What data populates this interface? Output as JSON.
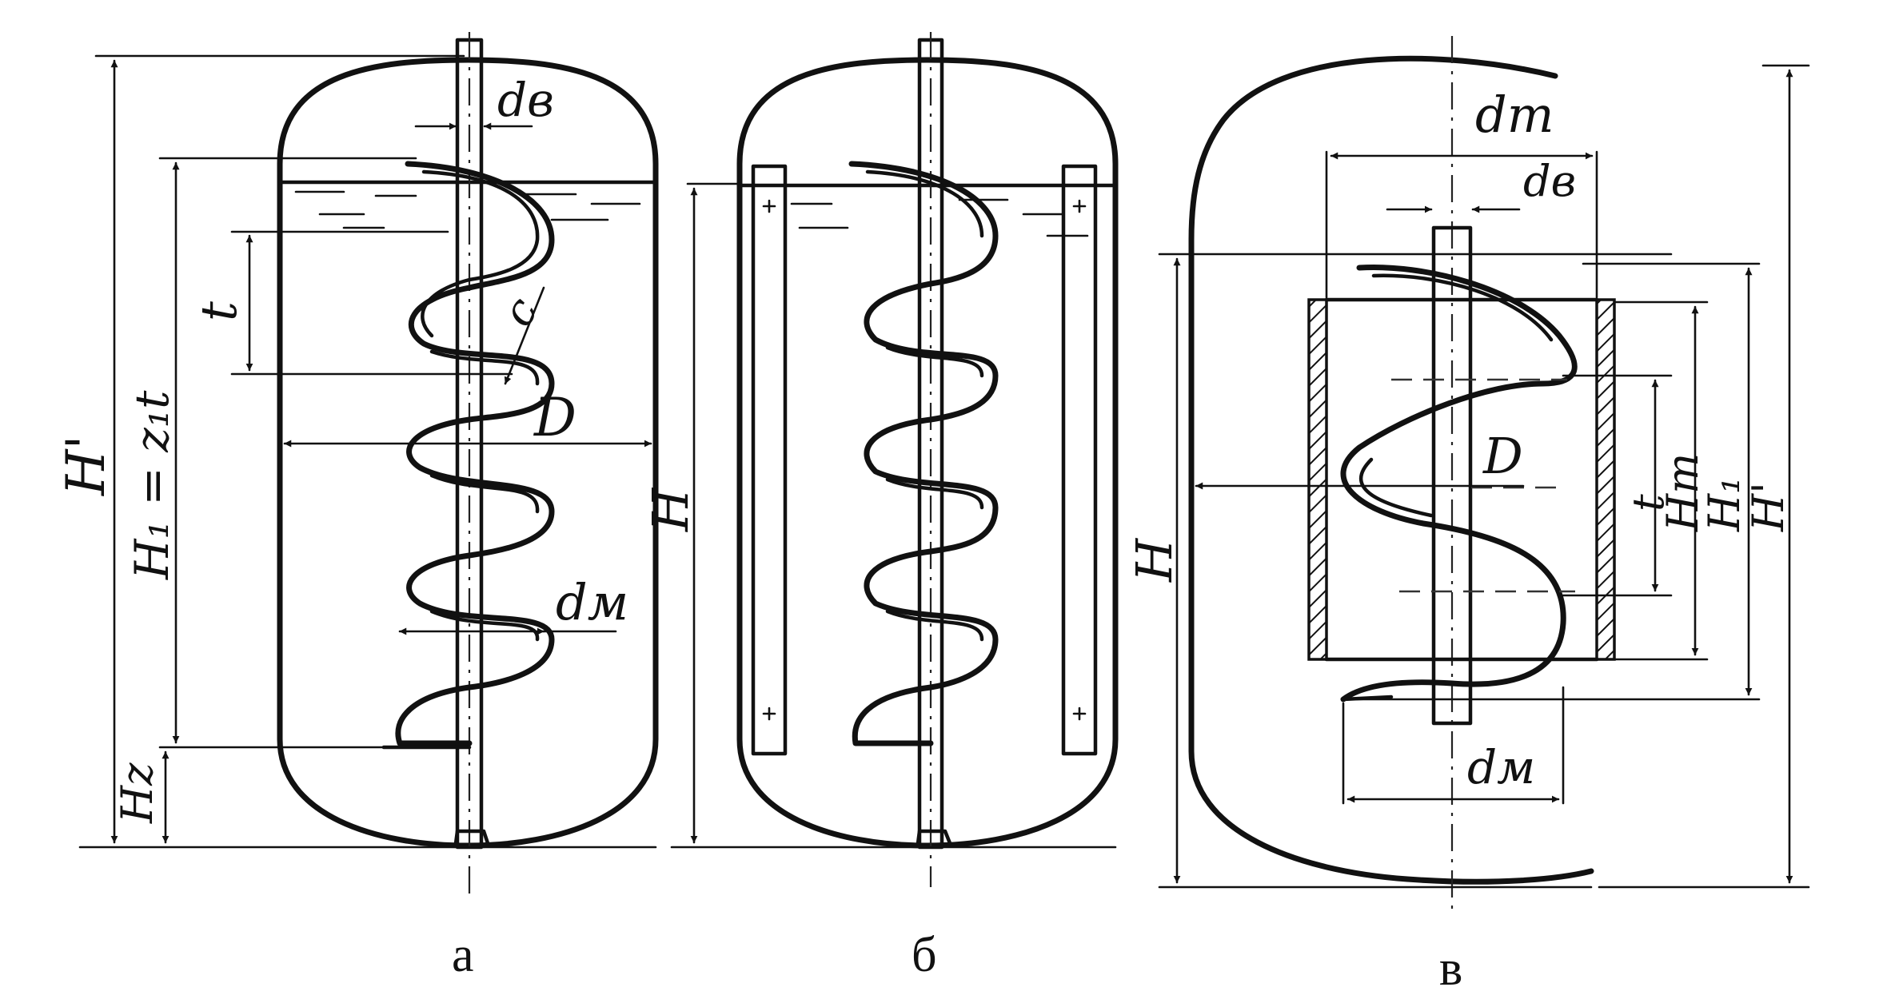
{
  "figure": {
    "panels": [
      {
        "id": "a",
        "caption": "а",
        "labels": {
          "d_shaft": "dв",
          "step": "t",
          "gap": "c",
          "D": "D",
          "d_mixer": "dм",
          "H_total": "H'",
          "H1": "H₁ = z₁t",
          "Hz": "Hz"
        }
      },
      {
        "id": "b",
        "caption": "б",
        "labels": {
          "H": "H"
        }
      },
      {
        "id": "c",
        "caption": "в",
        "labels": {
          "d_tube": "dт",
          "d_shaft": "dв",
          "D": "D",
          "step": "t",
          "H_tube": "Hт",
          "H1": "H₁",
          "H_prime": "H'",
          "H": "H",
          "d_mixer": "dм"
        }
      }
    ]
  }
}
